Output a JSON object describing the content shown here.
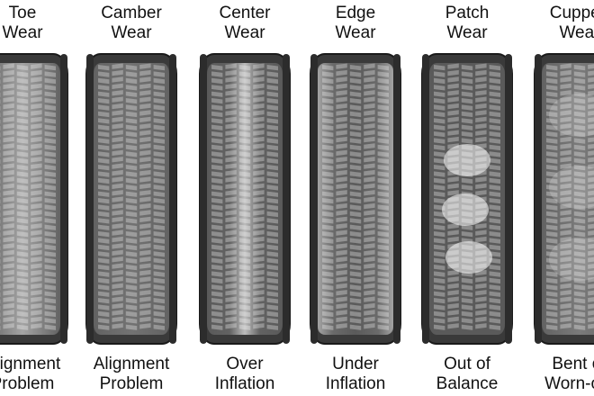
{
  "tires": [
    {
      "top": [
        "Toe",
        "Wear"
      ],
      "bottom": [
        "Alignment",
        "Problem"
      ],
      "icon": "toe-wear-tire-icon",
      "pattern": "toe"
    },
    {
      "top": [
        "Camber",
        "Wear"
      ],
      "bottom": [
        "Alignment",
        "Problem"
      ],
      "icon": "camber-wear-tire-icon",
      "pattern": "camber"
    },
    {
      "top": [
        "Center",
        "Wear"
      ],
      "bottom": [
        "Over",
        "Inflation"
      ],
      "icon": "center-wear-tire-icon",
      "pattern": "center"
    },
    {
      "top": [
        "Edge",
        "Wear"
      ],
      "bottom": [
        "Under",
        "Inflation"
      ],
      "icon": "edge-wear-tire-icon",
      "pattern": "edge"
    },
    {
      "top": [
        "Patch",
        "Wear"
      ],
      "bottom": [
        "Out of",
        "Balance"
      ],
      "icon": "patch-wear-tire-icon",
      "pattern": "patch"
    },
    {
      "top": [
        "Cupped",
        "Wear"
      ],
      "bottom": [
        "Bent or",
        "Worn-out"
      ],
      "icon": "cupped-wear-tire-icon",
      "pattern": "cup"
    }
  ]
}
